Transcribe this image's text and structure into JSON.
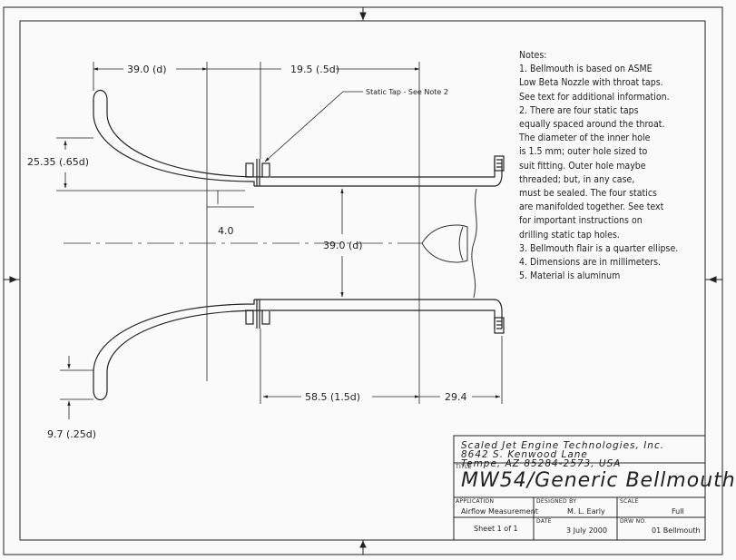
{
  "notes": {
    "heading": "Notes:",
    "lines": [
      "1. Bellmouth is based on ASME",
      "Low Beta Nozzle with throat taps.",
      "See text for additional information.",
      "2. There are four static taps",
      "equally spaced around the throat.",
      "The diameter of the inner hole",
      "is 1.5 mm;  outer hole sized to",
      "suit fitting. Outer hole maybe",
      "threaded; but, in any case,",
      "must be sealed. The four statics",
      "are manifolded together. See text",
      "for important instructions on",
      "drilling static tap holes.",
      "3. Bellmouth flair is a quarter ellipse.",
      "4. Dimensions are in millimeters.",
      "5. Material is aluminum"
    ]
  },
  "dimensions": {
    "d1": "39.0 (d)",
    "d2": "19.5 (.5d)",
    "d3": "25.35 (.65d)",
    "d4": "4.0",
    "d5": "39.0 (d)",
    "d6": "58.5 (1.5d)",
    "d7": "29.4",
    "d8": "9.7 (.25d)",
    "callout": "Static Tap - See Note 2"
  },
  "title_block": {
    "company_line1": "Scaled Jet Engine Technologies, Inc.",
    "company_line2": "8642 S. Kenwood Lane",
    "company_line3": "Tempe, AZ 85284-2573, USA",
    "title_label": "TITLE",
    "title": "MW54/Generic Bellmouth",
    "application_label": "APPLICATION",
    "application": "Airflow Measurement",
    "designed_by_label": "DESIGNED BY",
    "designed_by": "M. L. Early",
    "scale_label": "SCALE",
    "scale": "Full",
    "sheet": "Sheet 1 of 1",
    "date_label": "DATE",
    "date": "3 July 2000",
    "drw_no_label": "DRW NO.",
    "drw_no": "01 Bellmouth"
  }
}
